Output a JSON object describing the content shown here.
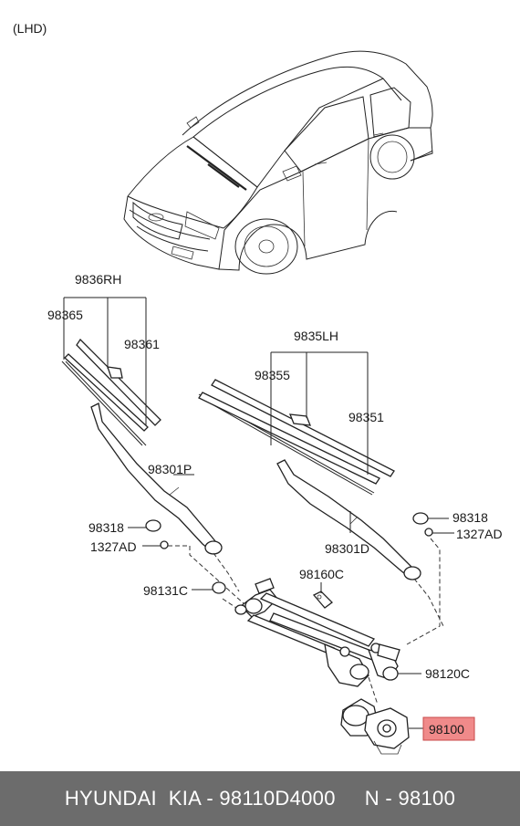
{
  "drive_side": "(LHD)",
  "labels": {
    "rh_assembly": "9836RH",
    "rh_refill": "98365",
    "rh_blade": "98361",
    "lh_assembly": "9835LH",
    "lh_refill": "98355",
    "lh_blade": "98351",
    "arm_passenger": "98301P",
    "arm_driver": "98301D",
    "cap_left": "98318",
    "nut_left": "1327AD",
    "cap_right": "98318",
    "nut_right": "1327AD",
    "pivot_cap": "98131C",
    "bracket": "98160C",
    "linkage": "98120C",
    "motor": "98100"
  },
  "footer": {
    "brand": "HYUNDAI  KIA - 98110D4000",
    "number": "     N - 98100"
  },
  "colors": {
    "highlight": "#f08a8a",
    "footer_bg": "#6c6c6c"
  }
}
